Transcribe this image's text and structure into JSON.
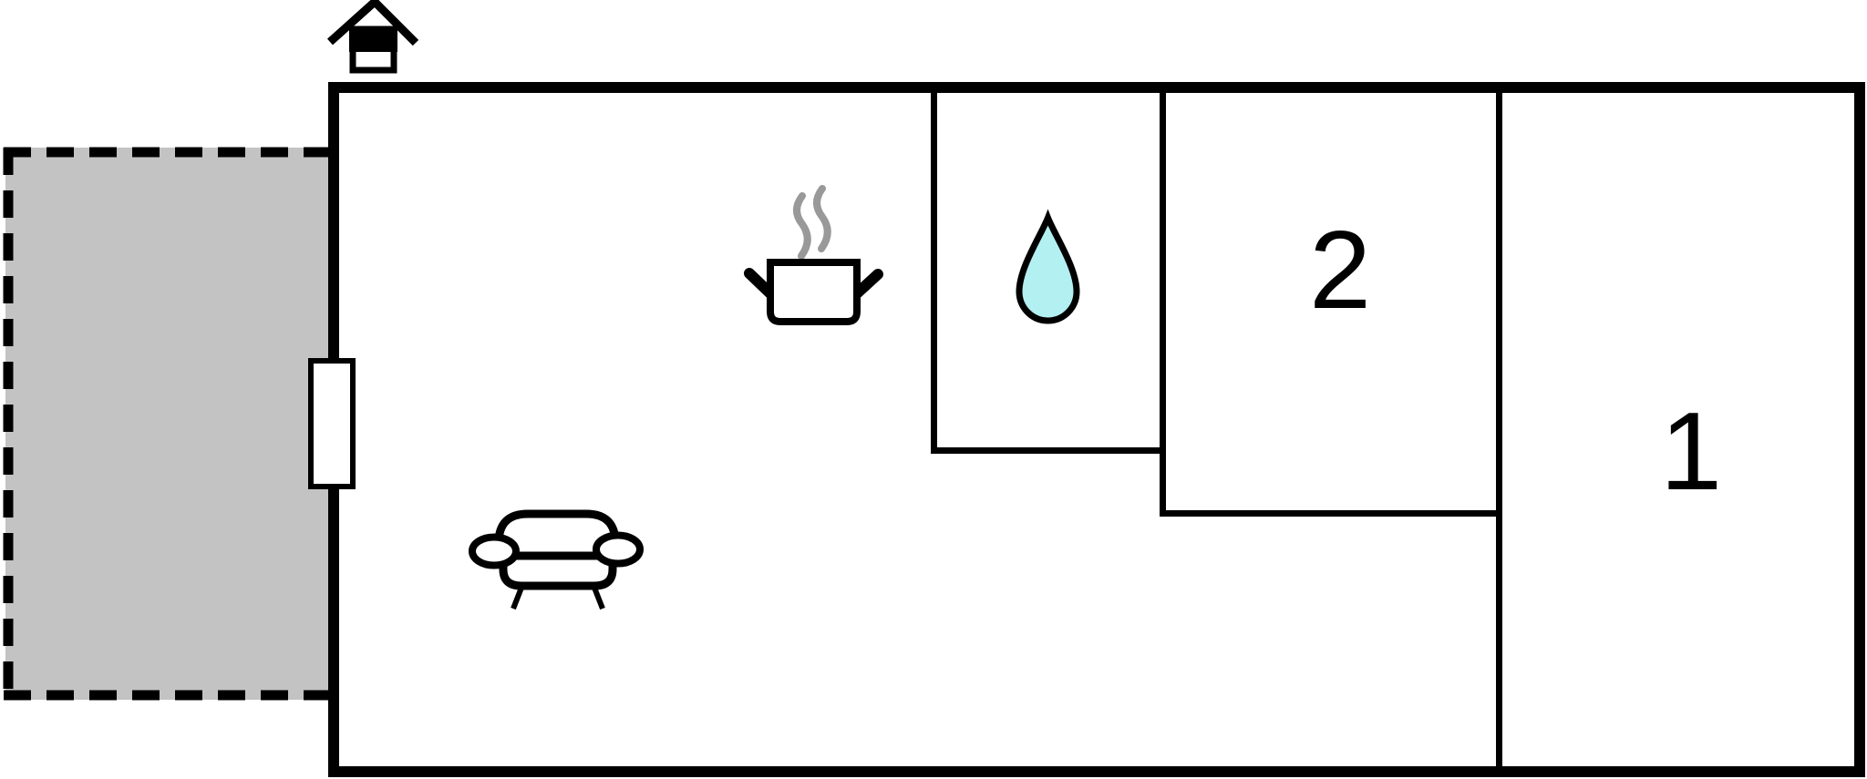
{
  "floorplan": {
    "rooms": [
      {
        "id": "bedroom-1",
        "label": "1"
      },
      {
        "id": "bedroom-2",
        "label": "2"
      }
    ],
    "icons": [
      "entrance-house-icon",
      "cooking-pot-icon",
      "steam-icon",
      "water-drop-icon",
      "sofa-icon"
    ],
    "areas": [
      "terrace-area",
      "living-kitchen-area",
      "bathroom-area",
      "bedroom-2-area",
      "bedroom-1-area"
    ],
    "colors": {
      "wall": "#000000",
      "terrace_fill": "#c3c3c3",
      "drop_fill": "#b3f0f2",
      "steam": "#999999",
      "background": "#ffffff"
    }
  }
}
